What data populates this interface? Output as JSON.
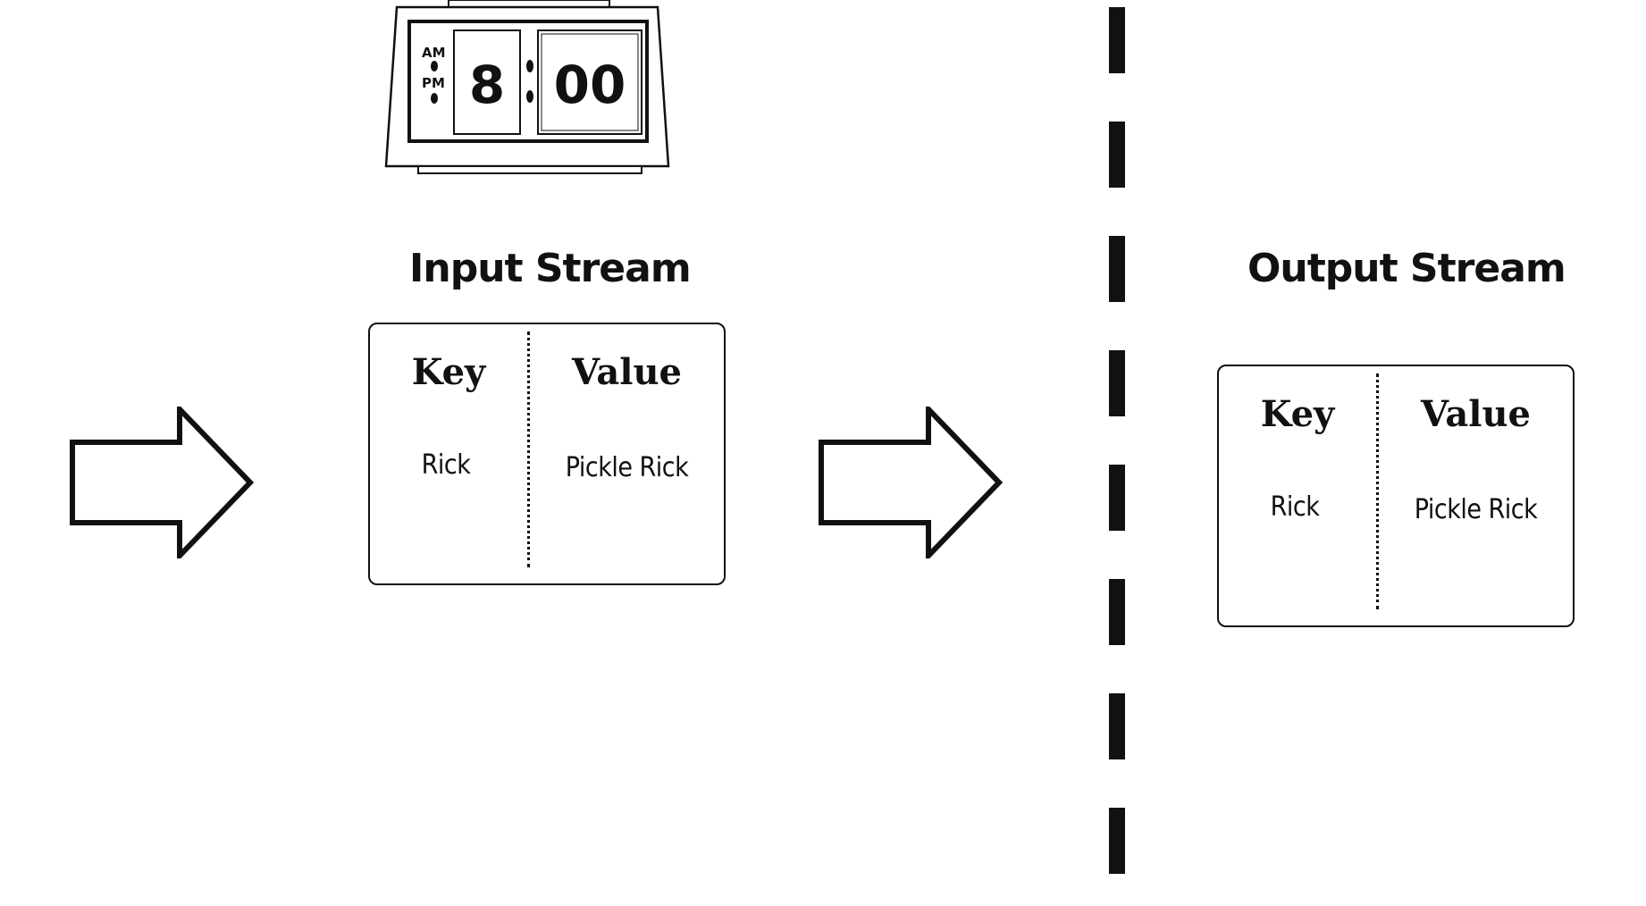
{
  "clock": {
    "am_label": "AM",
    "pm_label": "PM",
    "hour": "8",
    "minutes": "00"
  },
  "input_stream": {
    "title": "Input Stream",
    "key_header": "Key",
    "value_header": "Value",
    "key": "Rick",
    "value": "Pickle Rick"
  },
  "output_stream": {
    "title": "Output Stream",
    "key_header": "Key",
    "value_header": "Value",
    "key": "Rick",
    "value": "Pickle Rick"
  }
}
